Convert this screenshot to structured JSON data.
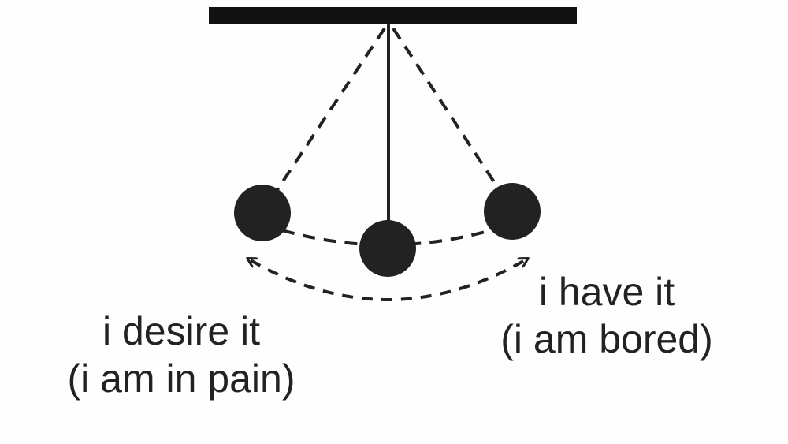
{
  "diagram": {
    "left_label": {
      "line1": "i desire it",
      "line2": "(i am in pain)"
    },
    "right_label": {
      "line1": "i have it",
      "line2": "(i am bored)"
    }
  },
  "colors": {
    "ink": "#222222",
    "background": "#fefefe"
  }
}
